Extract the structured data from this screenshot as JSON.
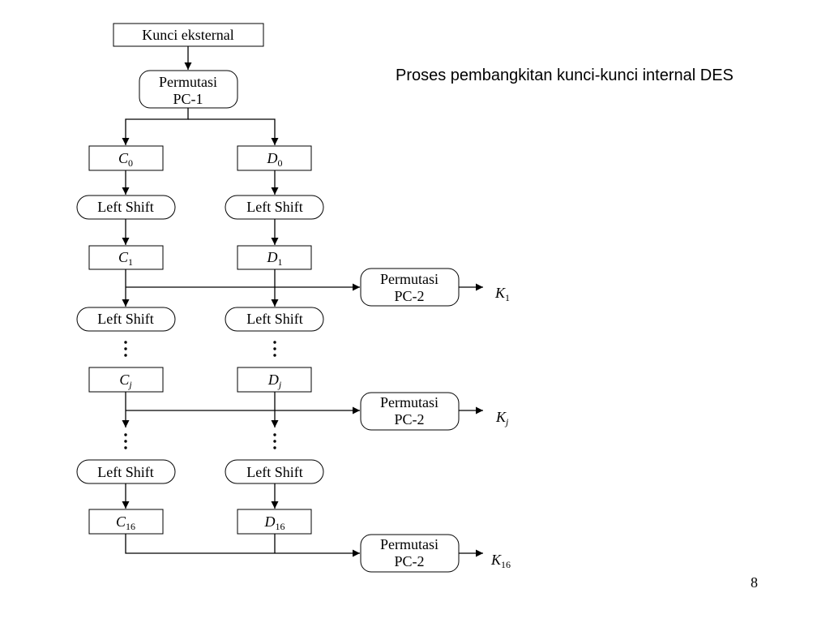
{
  "title": "Proses pembangkitan kunci-kunci internal DES",
  "page_number": "8",
  "nodes": {
    "external_key": "Kunci eksternal",
    "pc1": [
      "Permutasi",
      "PC-1"
    ],
    "pc2": [
      "Permutasi",
      "PC-2"
    ],
    "left_shift": "Left Shift",
    "c_letter": "C",
    "d_letter": "D",
    "k_letter": "K",
    "sub": {
      "s0": "0",
      "s1": "1",
      "sj": "j",
      "s16": "16"
    }
  }
}
